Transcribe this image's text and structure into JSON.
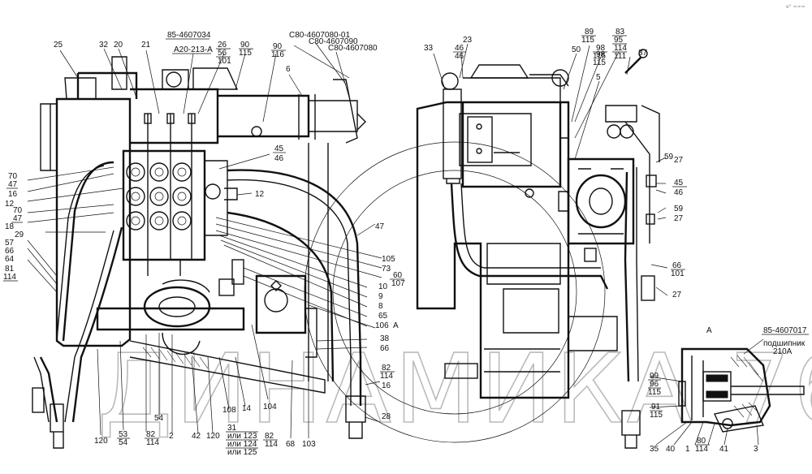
{
  "watermark": "ДИНАМИКА 76",
  "corner_mark": "e° ===",
  "section_label": "А",
  "labels": {
    "l25": "25",
    "l32": "32",
    "l20": "20",
    "l21": "21",
    "l85_4607034": "85-4607034",
    "lA20": "А20-213-А",
    "l26": "26",
    "l56": "56",
    "l101a": "101",
    "l90a": "90",
    "l115a": "115",
    "l90b": "90",
    "l116": "116",
    "l6": "6",
    "lC80_01": "С80-4607080-01",
    "lC80_90": "С80-4607090",
    "lC80_80": "С80-4607080",
    "l70a": "70",
    "l47a": "47",
    "l16a": "16",
    "l12a": "12",
    "l70b": "70",
    "l47b": "47",
    "l18": "18",
    "l29": "29",
    "l57": "57",
    "l66a": "66",
    "l64": "64",
    "l81": "81",
    "l114a": "114",
    "l45a": "45",
    "l46a": "46",
    "l12b": "12",
    "l47c": "47",
    "l105": "105",
    "l73": "73",
    "l60": "60",
    "l107": "107",
    "l10": "10",
    "l9": "9",
    "l8": "8",
    "l65": "65",
    "l106": "106",
    "lA": "А",
    "l38": "38",
    "l66b": "66",
    "l82a": "82",
    "l114b": "114",
    "l16b": "16",
    "l28": "28",
    "l120a": "120",
    "l53": "53",
    "l54a": "54",
    "l82b": "82",
    "l114c": "114",
    "l2": "2",
    "l54b": "54",
    "l42": "42",
    "l120b": "120",
    "l108": "108",
    "l14": "14",
    "l31": "31",
    "l123": "или 123",
    "l124": "или 124",
    "l125": "или 125",
    "l82c": "82",
    "l114d": "114",
    "l104": "104",
    "l68": "68",
    "l103": "103",
    "l33": "33",
    "l23": "23",
    "l46b": "46",
    "l46c": "46",
    "l50": "50",
    "l89": "89",
    "l115b": "115",
    "l98a": "98",
    "l115c": "115",
    "l98b": "98",
    "l115d": "115",
    "l83": "83",
    "l95": "95",
    "l114e": "114",
    "l111": "111",
    "l37": "37",
    "l5": "5",
    "l59a": "59",
    "l27a": "27",
    "l45b": "45",
    "l46d": "46",
    "l59b": "59",
    "l27b": "27",
    "l66c": "66",
    "l101b": "101",
    "l27c": "27",
    "l85_4607017": "85-4607017",
    "lpodsh": "подшипник",
    "l210A": "210А",
    "l99": "99",
    "l96": "96",
    "l115e": "115",
    "l91": "91",
    "l115f": "115",
    "l35": "35",
    "l40": "40",
    "l1": "1",
    "l80": "80",
    "l114f": "114",
    "l41": "41",
    "l3": "3"
  }
}
